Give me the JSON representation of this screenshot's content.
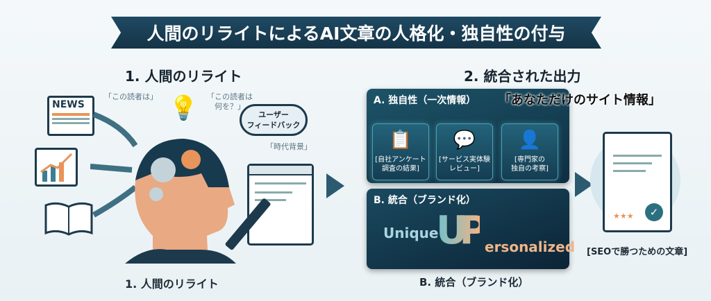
{
  "title": "人間のリライトによるAI文章の人格化・独自性の付与",
  "left": {
    "heading": "1. 人間のリライト",
    "news_label": "NEWS",
    "quotes": [
      "「この読者は」",
      "「この読者は\n何を？」",
      "「時代背景」"
    ],
    "cloud": "ユーザー\nフィードバック",
    "caption": "1. 人間のリライト"
  },
  "right": {
    "heading": "2. 統合された出力",
    "panel_a": {
      "title": "A. 独自性（一次情報）",
      "overlay": "「あなただけのサイト情報」",
      "cards": [
        {
          "icon": "survey-chart-icon",
          "label": "[自社アンケート\n調査の結果]"
        },
        {
          "icon": "speech-bubble-icon",
          "label": "[サービス実体験\nレビュー]"
        },
        {
          "icon": "expert-person-icon",
          "label": "[専門家の\n独自の考察]"
        }
      ]
    },
    "panel_b": {
      "title": "B. 統合（ブランド化）",
      "logo_left": "Unique",
      "logo_mark": "UP",
      "logo_right": "ersonalized"
    },
    "caption": "B. 統合（ブランド化）",
    "output_label": "[SEOで勝つための文章]",
    "stars": "★★★"
  },
  "colors": {
    "navy": "#153447",
    "accent": "#f0a066",
    "teal": "#4fa0b0"
  }
}
